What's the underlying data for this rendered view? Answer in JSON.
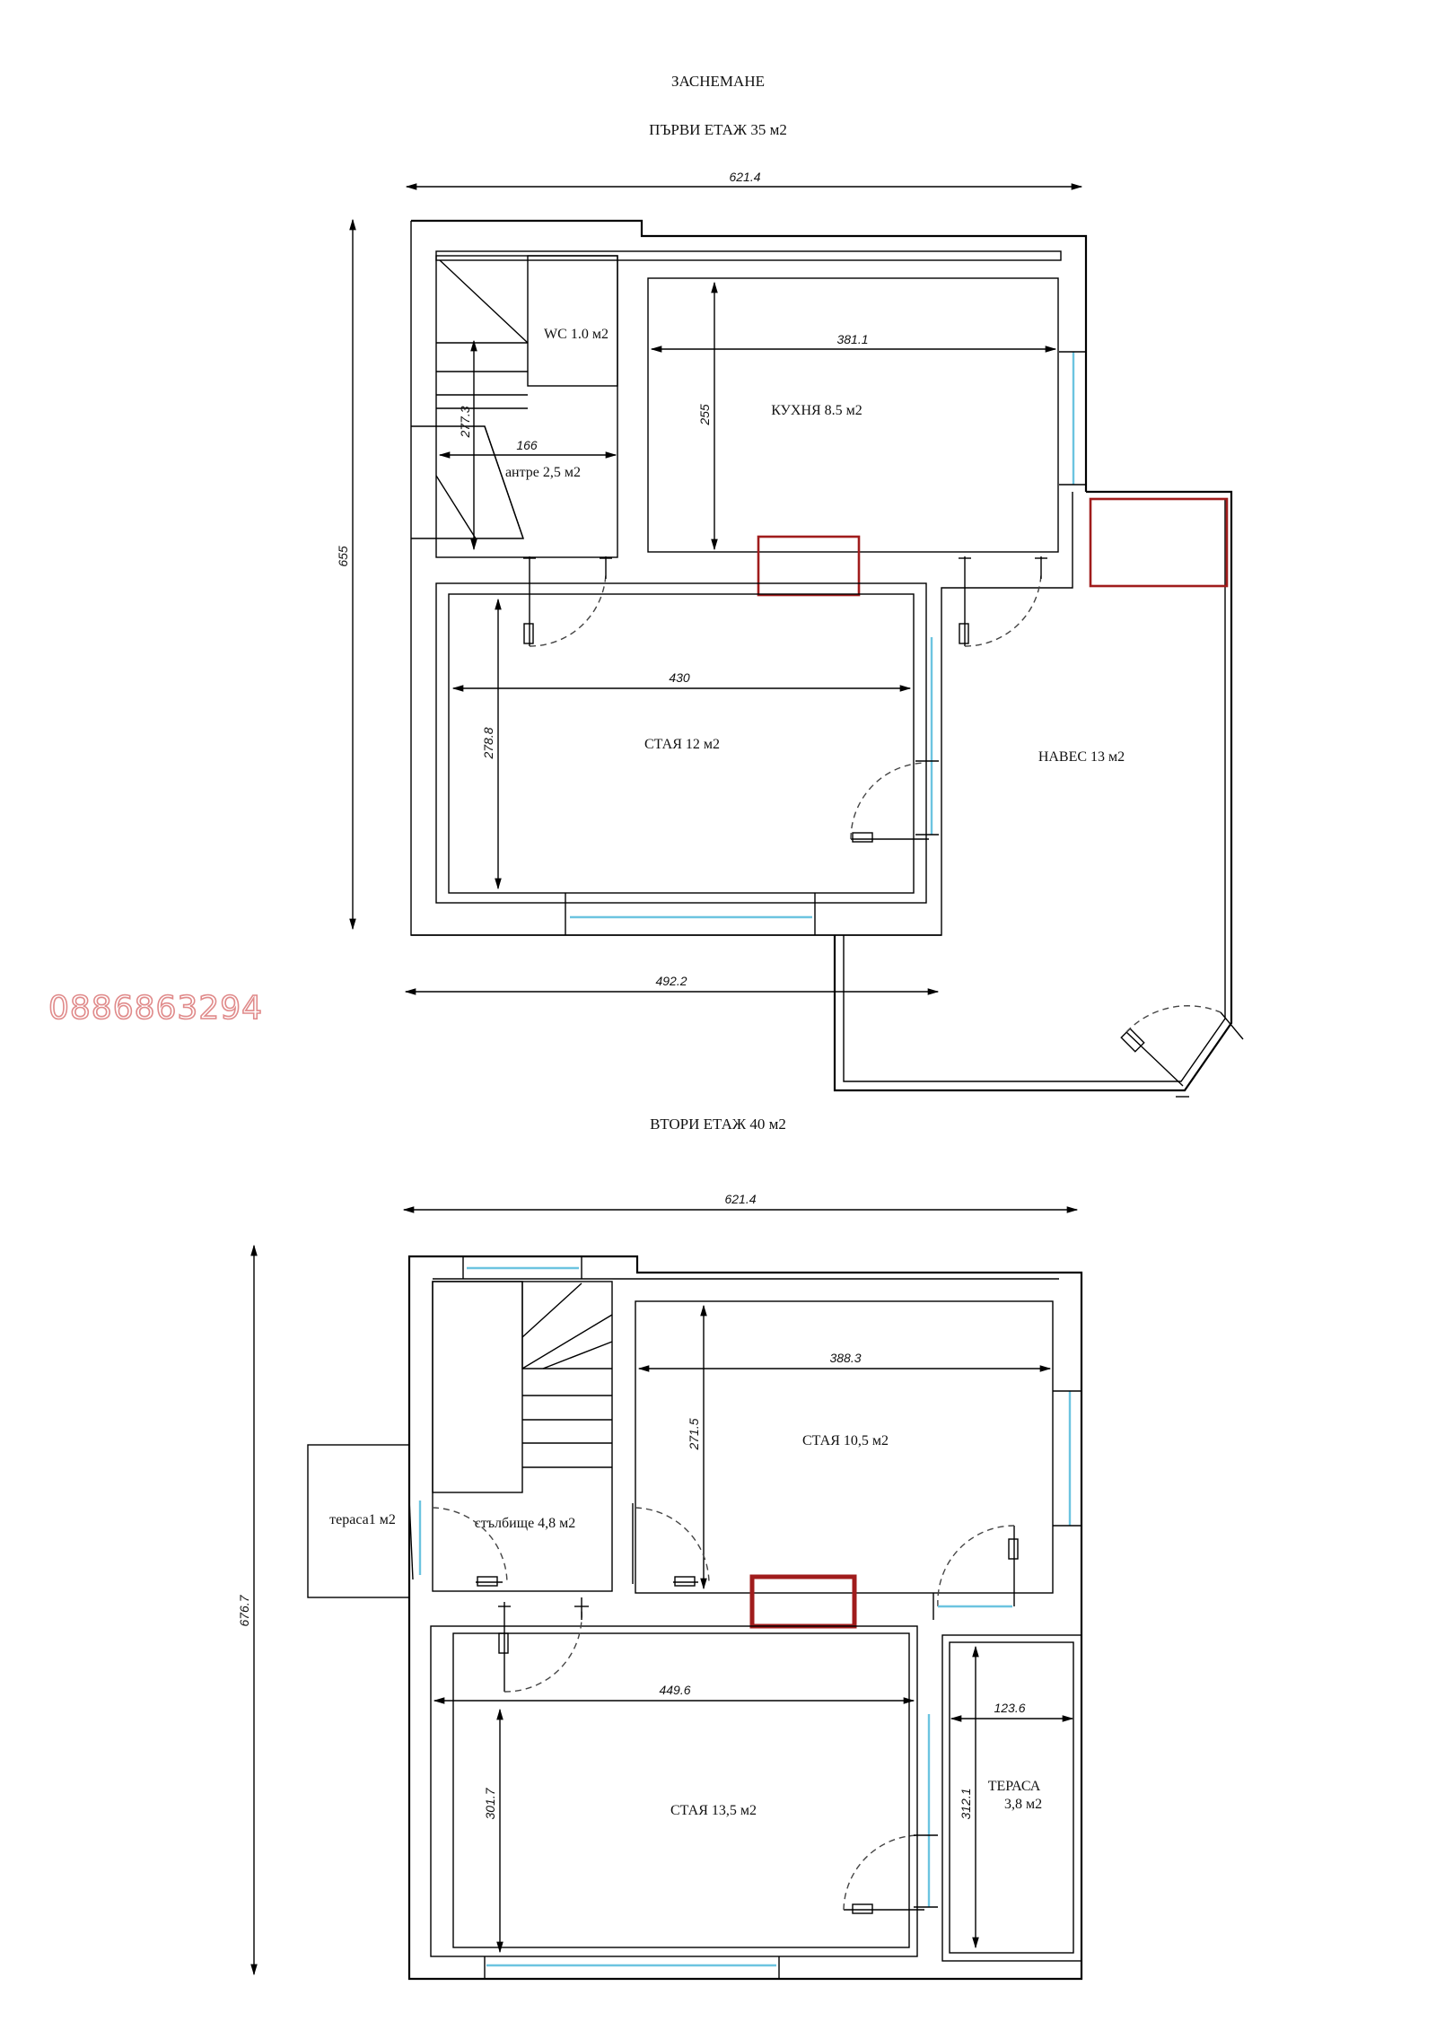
{
  "header": {
    "survey_title": "ЗАСНЕМАНЕ",
    "floor1_title": "ПЪРВИ   ЕТАЖ    35 м2",
    "floor2_title": "ВТОРИ   ЕТАЖ   40  м2"
  },
  "watermark": {
    "phone": "0886863294"
  },
  "floor1": {
    "rooms": {
      "wc": "WC 1.0  м2",
      "kitchen": "КУХНЯ   8.5  м2",
      "hall": "антре 2,5 м2",
      "room": "СТАЯ    12  м2",
      "canopy": "НАВЕС    13  м2"
    },
    "dims": {
      "total_width": "621.4",
      "total_height": "655",
      "kitchen_width": "381.1",
      "kitchen_height": "255",
      "hall_width": "166",
      "hall_height": "277.3",
      "room_width": "430",
      "room_height": "278.8",
      "bottom_width": "492.2"
    }
  },
  "floor2": {
    "rooms": {
      "terrace_small": "тераса1 м2",
      "stairs": "стълбище 4,8 м2",
      "room_top": "СТАЯ  10,5 м2",
      "room_bottom": "СТАЯ  13,5 м2",
      "terrace_label": "ТЕРАСА",
      "terrace_area": "3,8 м2"
    },
    "dims": {
      "total_width": "621.4",
      "total_height": "676.7",
      "room_top_width": "388.3",
      "room_top_height": "271.5",
      "room_bottom_width": "449.6",
      "room_bottom_height": "301.7",
      "terrace_width": "123.6",
      "terrace_height": "312.1"
    }
  },
  "colors": {
    "walls": "#000000",
    "windows": "#6cc4e0",
    "chimney": "#a01c1c",
    "watermark_outline": "#e08a8a"
  }
}
